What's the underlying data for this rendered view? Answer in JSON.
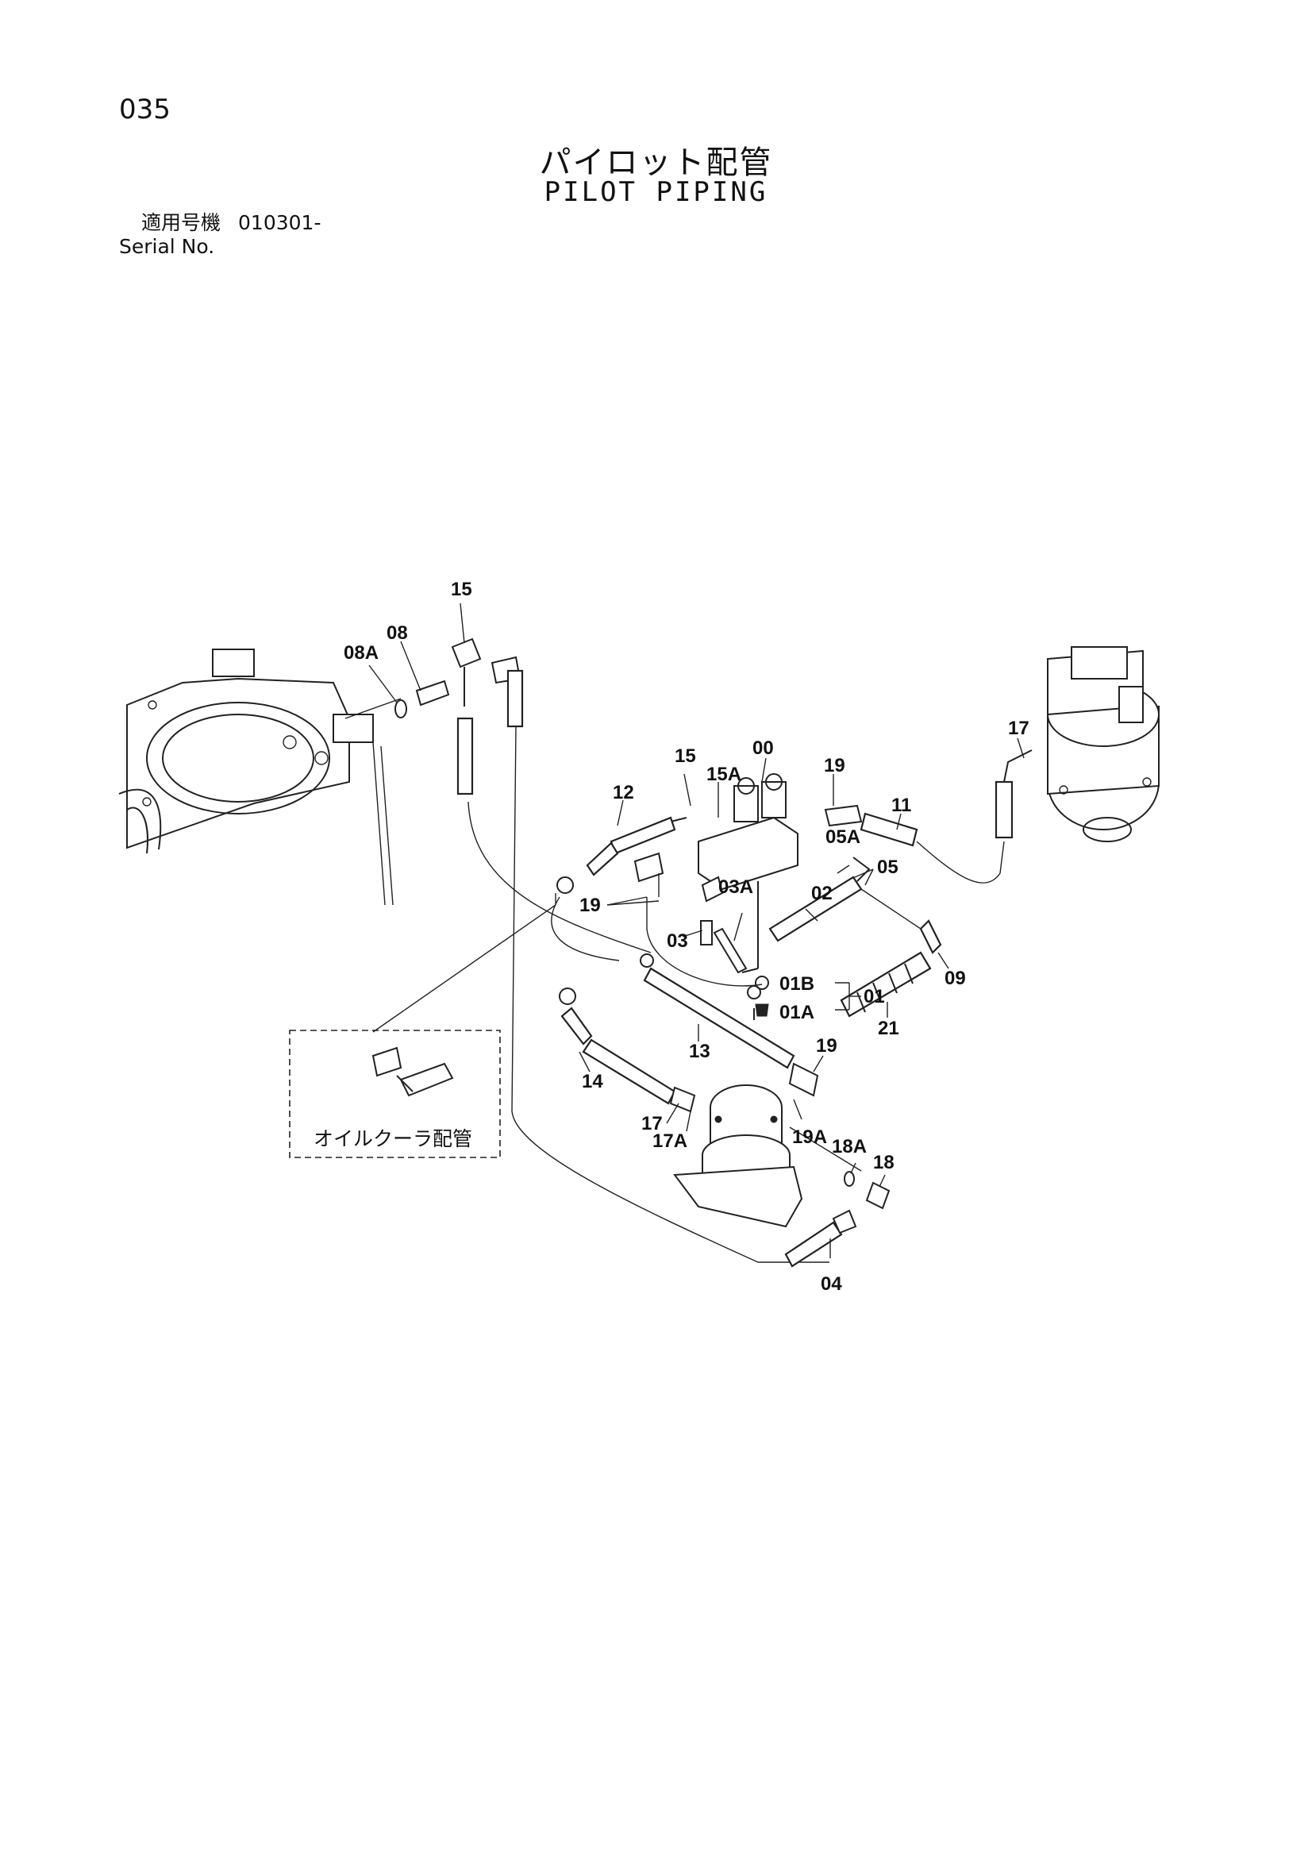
{
  "page_number": "035",
  "title_jp": "パイロット配管",
  "title_en": "PILOT PIPING",
  "serial": {
    "label_jp": "適用号機",
    "value": "010301-",
    "label_en": "Serial No."
  },
  "inset_caption": "オイルクーラ配管",
  "part_labels": [
    "15",
    "08",
    "08A",
    "00",
    "15A",
    "19",
    "12",
    "11",
    "05A",
    "05",
    "17",
    "19",
    "03A",
    "02",
    "03",
    "01B",
    "01",
    "01A",
    "09",
    "21",
    "13",
    "19",
    "14",
    "17",
    "17A",
    "19A",
    "18A",
    "18",
    "04"
  ]
}
